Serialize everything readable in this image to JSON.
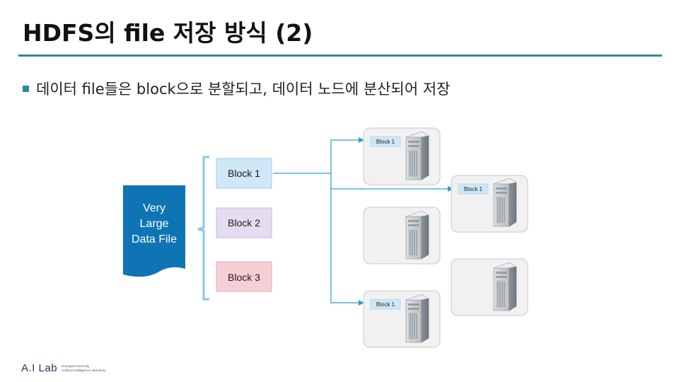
{
  "slide": {
    "title": "HDFS의 file 저장 방식 (2)",
    "bullet": "데이터 file들은 block으로 분할되고, 데이터 노드에 분산되어 저장"
  },
  "diagram": {
    "file_lines": [
      "Very",
      "Large",
      "Data File"
    ],
    "blocks": [
      "Block 1",
      "Block 2",
      "Block 3"
    ],
    "replica_label": "Block 1",
    "colors": {
      "file": "#0f74b4",
      "block1": "#cfe7f6",
      "block2": "#e4dcef",
      "block3": "#f6cfd6",
      "brace": "#86c7e6",
      "arrow": "#2aa0cf",
      "server_card": "#f1f1f1"
    },
    "icons": [
      "server-icon"
    ]
  },
  "footer": {
    "logo": "A.I Lab",
    "sub_line1": "SoongSil University",
    "sub_line2": "Artificial Intelligence Laboratory"
  }
}
